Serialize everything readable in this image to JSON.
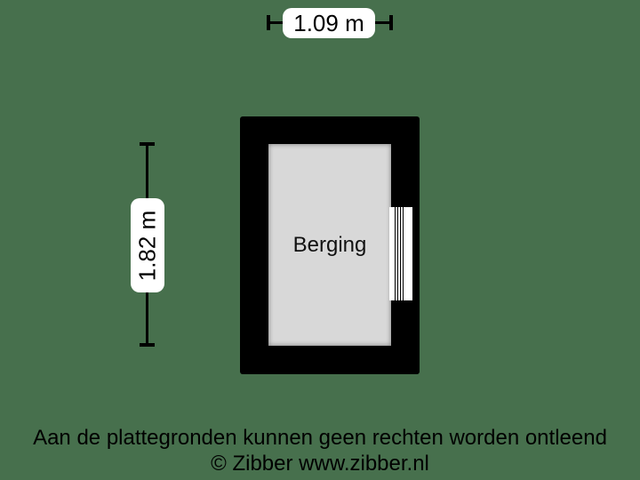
{
  "floorplan": {
    "room": {
      "label": "Berging"
    },
    "dimensions": {
      "width_label": "1.09 m",
      "height_label": "1.82 m"
    },
    "door_marker_icon": "hatched-door-icon"
  },
  "footer": {
    "disclaimer": "Aan de plattegronden kunnen geen rechten worden ontleend",
    "copyright": "© Zibber www.zibber.nl"
  },
  "colors": {
    "background": "#47704d",
    "wall": "#000000",
    "floor": "#d8d8d8",
    "dimension_label_bg": "#ffffff",
    "text": "#000000"
  }
}
